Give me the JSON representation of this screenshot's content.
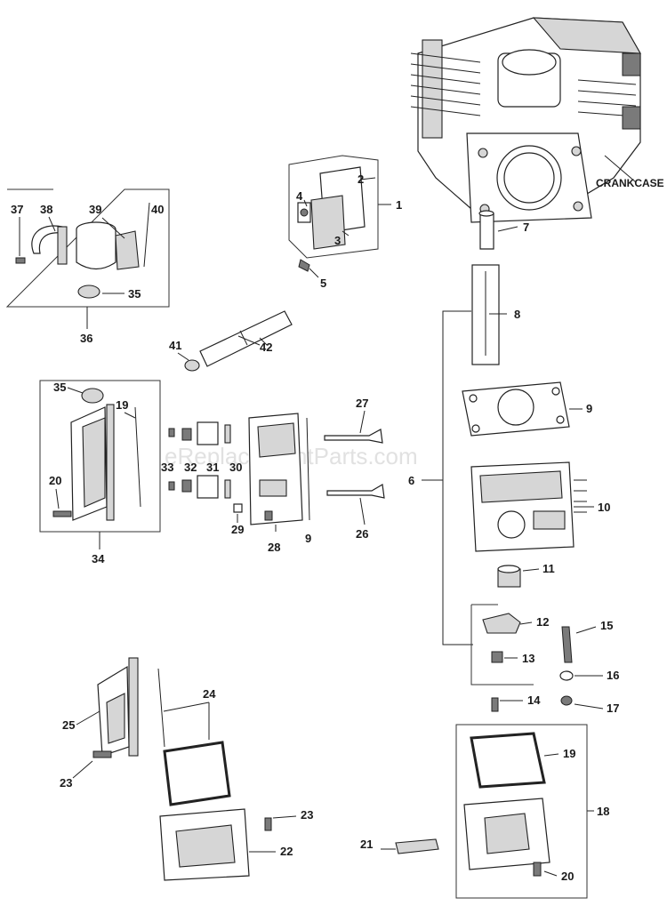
{
  "watermark": "eReplacementParts.com",
  "crankcase_label": "CRANKCASE",
  "callouts": {
    "c1": "1",
    "c2": "2",
    "c3": "3",
    "c4": "4",
    "c5": "5",
    "c6": "6",
    "c7": "7",
    "c8": "8",
    "c9a": "9",
    "c9b": "9",
    "c10": "10",
    "c11": "11",
    "c12": "12",
    "c13": "13",
    "c14": "14",
    "c15": "15",
    "c16": "16",
    "c17": "17",
    "c18": "18",
    "c19a": "19",
    "c19b": "19",
    "c20a": "20",
    "c20b": "20",
    "c21": "21",
    "c22": "22",
    "c23a": "23",
    "c23b": "23",
    "c24": "24",
    "c25": "25",
    "c26": "26",
    "c27": "27",
    "c28": "28",
    "c29": "29",
    "c30": "30",
    "c31": "31",
    "c32": "32",
    "c33": "33",
    "c34": "34",
    "c35a": "35",
    "c35b": "35",
    "c36": "36",
    "c37": "37",
    "c38": "38",
    "c39": "39",
    "c40": "40",
    "c41": "41",
    "c42": "42"
  }
}
